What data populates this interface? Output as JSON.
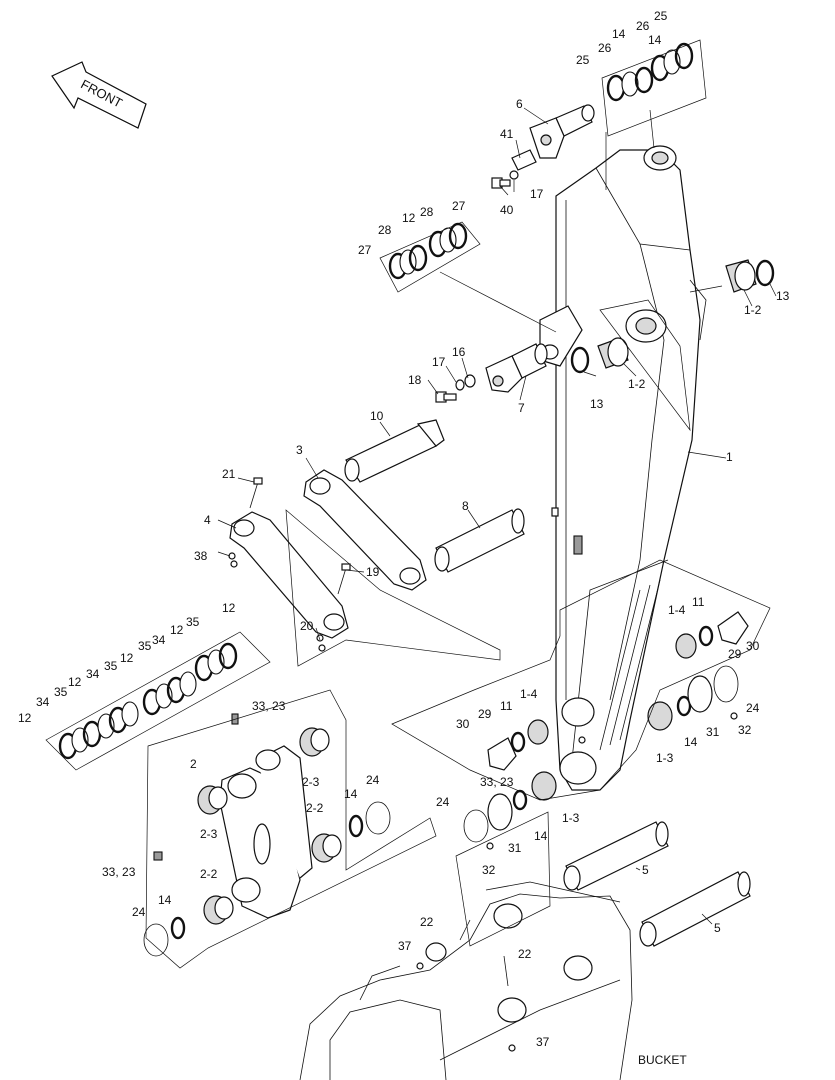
{
  "diagram": {
    "front_label": "FRONT",
    "bucket_label": "BUCKET",
    "callouts": {
      "c1": "1",
      "c1_2a": "1-2",
      "c1_2b": "1-2",
      "c1_3a": "1-3",
      "c1_3b": "1-3",
      "c1_4a": "1-4",
      "c1_4b": "1-4",
      "c2": "2",
      "c2_2a": "2-2",
      "c2_2b": "2-2",
      "c2_3a": "2-3",
      "c2_3b": "2-3",
      "c3": "3",
      "c4": "4",
      "c5a": "5",
      "c5b": "5",
      "c6": "6",
      "c7": "7",
      "c8": "8",
      "c10": "10",
      "c11a": "11",
      "c11b": "11",
      "c12a": "12",
      "c12b": "12",
      "c12c": "12",
      "c12d": "12",
      "c12e": "12",
      "c13a": "13",
      "c13b": "13",
      "c14a": "14",
      "c14b": "14",
      "c14c": "14",
      "c14d": "14",
      "c14e": "14",
      "c16": "16",
      "c17a": "17",
      "c17b": "17",
      "c18": "18",
      "c19": "19",
      "c20": "20",
      "c21": "21",
      "c22a": "22",
      "c22b": "22",
      "c24a": "24",
      "c24b": "24",
      "c24c": "24",
      "c24d": "24",
      "c25a": "25",
      "c25b": "25",
      "c26a": "26",
      "c26b": "26",
      "c27a": "27",
      "c27b": "27",
      "c28a": "28",
      "c28b": "28",
      "c29a": "29",
      "c29b": "29",
      "c30a": "30",
      "c30b": "30",
      "c31a": "31",
      "c31b": "31",
      "c32a": "32",
      "c32b": "32",
      "c33a": "33, 23",
      "c33b": "33, 23",
      "c33c": "33, 23",
      "c34a": "34",
      "c34b": "34",
      "c34c": "34",
      "c35a": "35",
      "c35b": "35",
      "c35c": "35",
      "c37a": "37",
      "c37b": "37",
      "c38": "38",
      "c40": "40",
      "c41": "41"
    }
  }
}
